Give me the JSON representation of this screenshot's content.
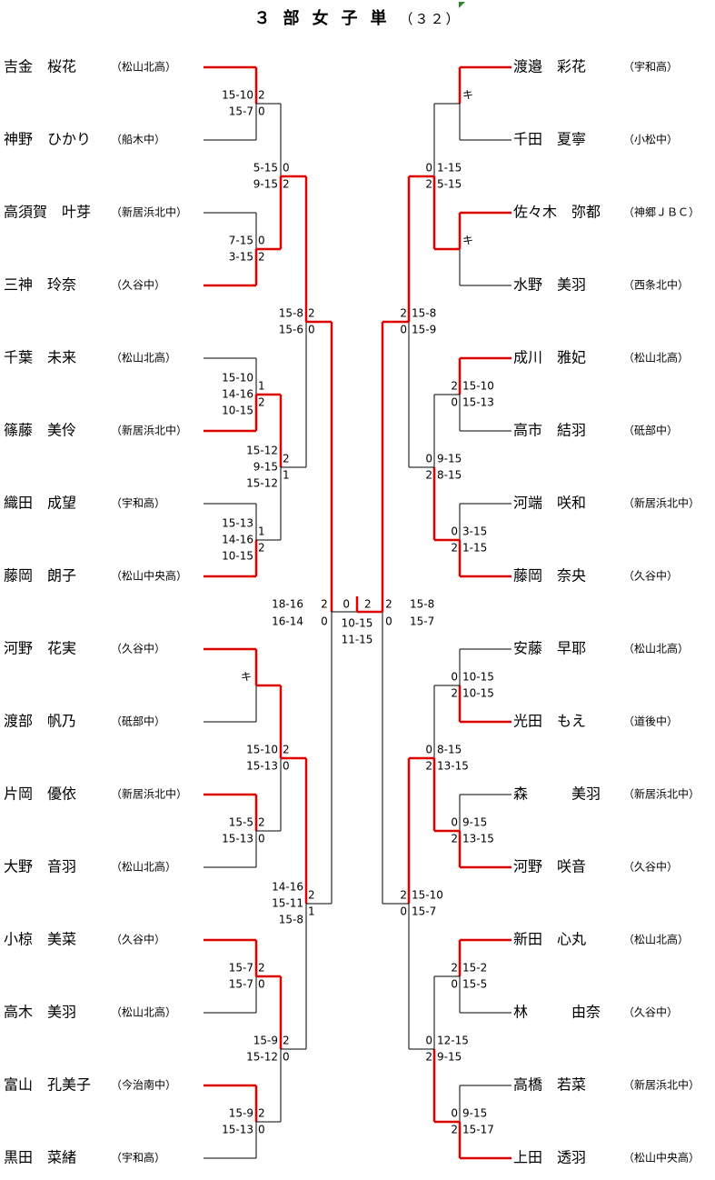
{
  "title": {
    "main": "３部女子単",
    "sub": "（３２）"
  },
  "left_players": [
    {
      "name": "吉金　桜花",
      "team": "（松山北高）"
    },
    {
      "name": "神野　ひかり",
      "team": "（船木中）"
    },
    {
      "name": "高須賀　叶芽",
      "team": "（新居浜北中）"
    },
    {
      "name": "三神　玲奈",
      "team": "（久谷中）"
    },
    {
      "name": "千葉　未来",
      "team": "（松山北高）"
    },
    {
      "name": "篠藤　美伶",
      "team": "（新居浜北中）"
    },
    {
      "name": "織田　成望",
      "team": "（宇和高）"
    },
    {
      "name": "藤岡　朗子",
      "team": "（松山中央高）"
    },
    {
      "name": "河野　花実",
      "team": "（久谷中）"
    },
    {
      "name": "渡部　帆乃",
      "team": "（砥部中）"
    },
    {
      "name": "片岡　優依",
      "team": "（新居浜北中）"
    },
    {
      "name": "大野　音羽",
      "team": "（松山北高）"
    },
    {
      "name": "小椋　美菜",
      "team": "（久谷中）"
    },
    {
      "name": "高木　美羽",
      "team": "（松山北高）"
    },
    {
      "name": "富山　孔美子",
      "team": "（今治南中）"
    },
    {
      "name": "黒田　菜緒",
      "team": "（宇和高）"
    }
  ],
  "right_players": [
    {
      "name": "渡邉　彩花",
      "team": "（宇和高）"
    },
    {
      "name": "千田　夏寧",
      "team": "（小松中）"
    },
    {
      "name": "佐々木　弥都",
      "team": "（神郷ＪＢＣ）"
    },
    {
      "name": "水野　美羽",
      "team": "（西条北中）"
    },
    {
      "name": "成川　雅妃",
      "team": "（松山北高）"
    },
    {
      "name": "高市　結羽",
      "team": "（砥部中）"
    },
    {
      "name": "河端　咲和",
      "team": "（新居浜北中）"
    },
    {
      "name": "藤岡　奈央",
      "team": "（久谷中）"
    },
    {
      "name": "安藤　早耶",
      "team": "（松山北高）"
    },
    {
      "name": "光田　もえ",
      "team": "（道後中）"
    },
    {
      "name": "森　　　美羽",
      "team": "（新居浜北中）"
    },
    {
      "name": "河野　咲音",
      "team": "（久谷中）"
    },
    {
      "name": "新田　心丸",
      "team": "（松山北高）"
    },
    {
      "name": "林　　　由奈",
      "team": "（久谷中）"
    },
    {
      "name": "高橋　若菜",
      "team": "（新居浜北中）"
    },
    {
      "name": "上田　透羽",
      "team": "（松山中央高）"
    }
  ],
  "left_r1": [
    {
      "scores": [
        "15-10",
        "15-7"
      ],
      "top_sets": "2",
      "bot_sets": "0",
      "winner": "top"
    },
    {
      "scores": [
        "7-15",
        "3-15"
      ],
      "top_sets": "0",
      "bot_sets": "2",
      "winner": "bot"
    },
    {
      "scores": [
        "15-10",
        "14-16",
        "10-15"
      ],
      "top_sets": "1",
      "bot_sets": "2",
      "winner": "bot"
    },
    {
      "scores": [
        "15-13",
        "14-16",
        "10-15"
      ],
      "top_sets": "1",
      "bot_sets": "2",
      "winner": "bot"
    },
    {
      "kiken": "キ",
      "winner": "top"
    },
    {
      "scores": [
        "15-5",
        "15-13"
      ],
      "top_sets": "2",
      "bot_sets": "0",
      "winner": "top"
    },
    {
      "scores": [
        "15-7",
        "15-7"
      ],
      "top_sets": "2",
      "bot_sets": "0",
      "winner": "top"
    },
    {
      "scores": [
        "15-9",
        "15-13"
      ],
      "top_sets": "2",
      "bot_sets": "0",
      "winner": "top"
    }
  ],
  "left_r2": [
    {
      "scores": [
        "5-15",
        "9-15"
      ],
      "top_sets": "0",
      "bot_sets": "2",
      "winner": "bot"
    },
    {
      "scores": [
        "15-12",
        "9-15",
        "15-12"
      ],
      "top_sets": "2",
      "bot_sets": "1",
      "winner": "top"
    },
    {
      "scores": [
        "15-10",
        "15-13"
      ],
      "top_sets": "2",
      "bot_sets": "0",
      "winner": "top"
    },
    {
      "scores": [
        "15-9",
        "15-12"
      ],
      "top_sets": "2",
      "bot_sets": "0",
      "winner": "top"
    }
  ],
  "left_r3": [
    {
      "scores": [
        "15-8",
        "15-6"
      ],
      "top_sets": "2",
      "bot_sets": "0",
      "winner": "top"
    },
    {
      "scores": [
        "14-16",
        "15-11",
        "15-8"
      ],
      "top_sets": "2",
      "bot_sets": "1",
      "winner": "top"
    }
  ],
  "left_r4": {
    "scores": [
      "18-16",
      "16-14"
    ],
    "top_sets": "2",
    "bot_sets": "0",
    "winner": "top"
  },
  "right_r1": [
    {
      "kiken": "キ",
      "winner": "top"
    },
    {
      "kiken": "キ",
      "winner": "top"
    },
    {
      "scores": [
        "15-10",
        "15-13"
      ],
      "top_sets": "2",
      "bot_sets": "0",
      "winner": "top"
    },
    {
      "scores": [
        "3-15",
        "1-15"
      ],
      "top_sets": "0",
      "bot_sets": "2",
      "winner": "bot"
    },
    {
      "scores": [
        "10-15",
        "10-15"
      ],
      "top_sets": "0",
      "bot_sets": "2",
      "winner": "bot"
    },
    {
      "scores": [
        "9-15",
        "13-15"
      ],
      "top_sets": "0",
      "bot_sets": "2",
      "winner": "bot"
    },
    {
      "scores": [
        "15-2",
        "15-5"
      ],
      "top_sets": "2",
      "bot_sets": "0",
      "winner": "top"
    },
    {
      "scores": [
        "9-15",
        "15-17"
      ],
      "top_sets": "0",
      "bot_sets": "2",
      "winner": "bot"
    }
  ],
  "right_r2": [
    {
      "scores": [
        "1-15",
        "5-15"
      ],
      "top_sets": "0",
      "bot_sets": "2",
      "winner": "bot"
    },
    {
      "scores": [
        "9-15",
        "8-15"
      ],
      "top_sets": "0",
      "bot_sets": "2",
      "winner": "bot"
    },
    {
      "scores": [
        "8-15",
        "13-15"
      ],
      "top_sets": "0",
      "bot_sets": "2",
      "winner": "bot"
    },
    {
      "scores": [
        "12-15",
        "9-15"
      ],
      "top_sets": "0",
      "bot_sets": "2",
      "winner": "bot"
    }
  ],
  "right_r3": [
    {
      "scores": [
        "15-8",
        "15-9"
      ],
      "top_sets": "2",
      "bot_sets": "0",
      "winner": "top"
    },
    {
      "scores": [
        "15-10",
        "15-7"
      ],
      "top_sets": "2",
      "bot_sets": "0",
      "winner": "top"
    }
  ],
  "right_r4": {
    "scores": [
      "15-8",
      "15-7"
    ],
    "top_sets": "2",
    "bot_sets": "0",
    "winner": "top"
  },
  "final": {
    "scores": [
      "10-15",
      "11-15"
    ],
    "left_sets": "0",
    "right_sets": "2",
    "winner": "right"
  },
  "colors": {
    "win_line": "#e00000",
    "line": "#000000",
    "mark": "#2a8a2a"
  }
}
